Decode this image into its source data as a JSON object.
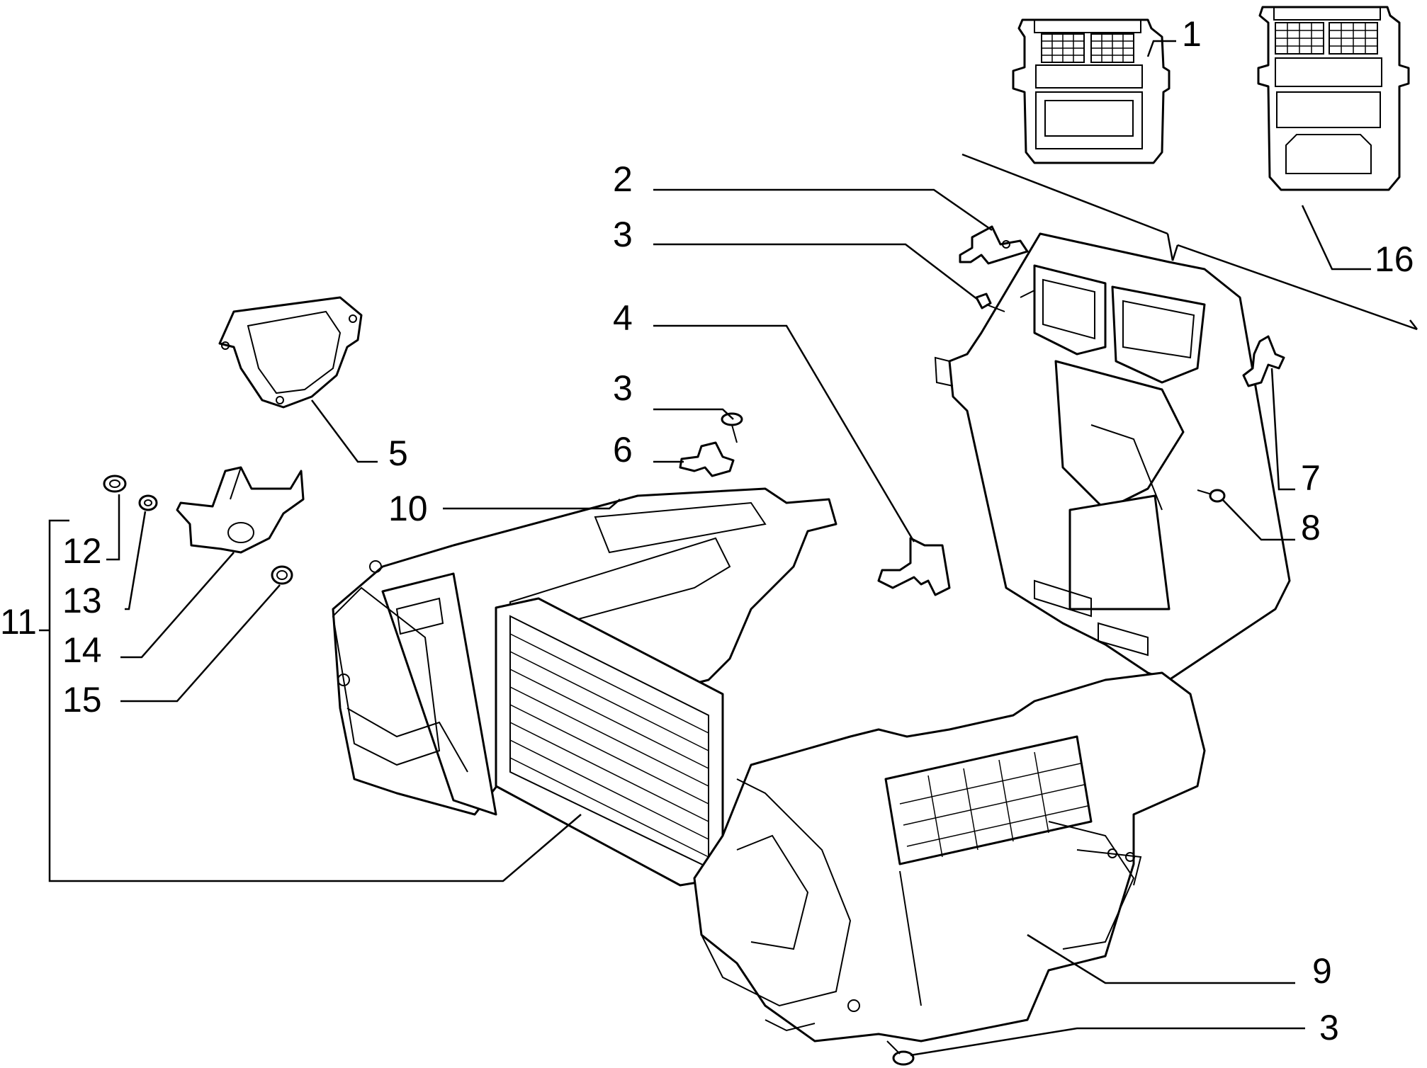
{
  "diagram": {
    "callouts": [
      {
        "id": "c1",
        "label": "1"
      },
      {
        "id": "c2",
        "label": "2"
      },
      {
        "id": "c3a",
        "label": "3"
      },
      {
        "id": "c4",
        "label": "4"
      },
      {
        "id": "c3b",
        "label": "3"
      },
      {
        "id": "c6",
        "label": "6"
      },
      {
        "id": "c5",
        "label": "5"
      },
      {
        "id": "c10",
        "label": "10"
      },
      {
        "id": "c7",
        "label": "7"
      },
      {
        "id": "c8",
        "label": "8"
      },
      {
        "id": "c16",
        "label": "16"
      },
      {
        "id": "c12",
        "label": "12"
      },
      {
        "id": "c13",
        "label": "13"
      },
      {
        "id": "c11",
        "label": "11"
      },
      {
        "id": "c14",
        "label": "14"
      },
      {
        "id": "c15",
        "label": "15"
      },
      {
        "id": "c9",
        "label": "9"
      },
      {
        "id": "c3c",
        "label": "3"
      }
    ]
  }
}
